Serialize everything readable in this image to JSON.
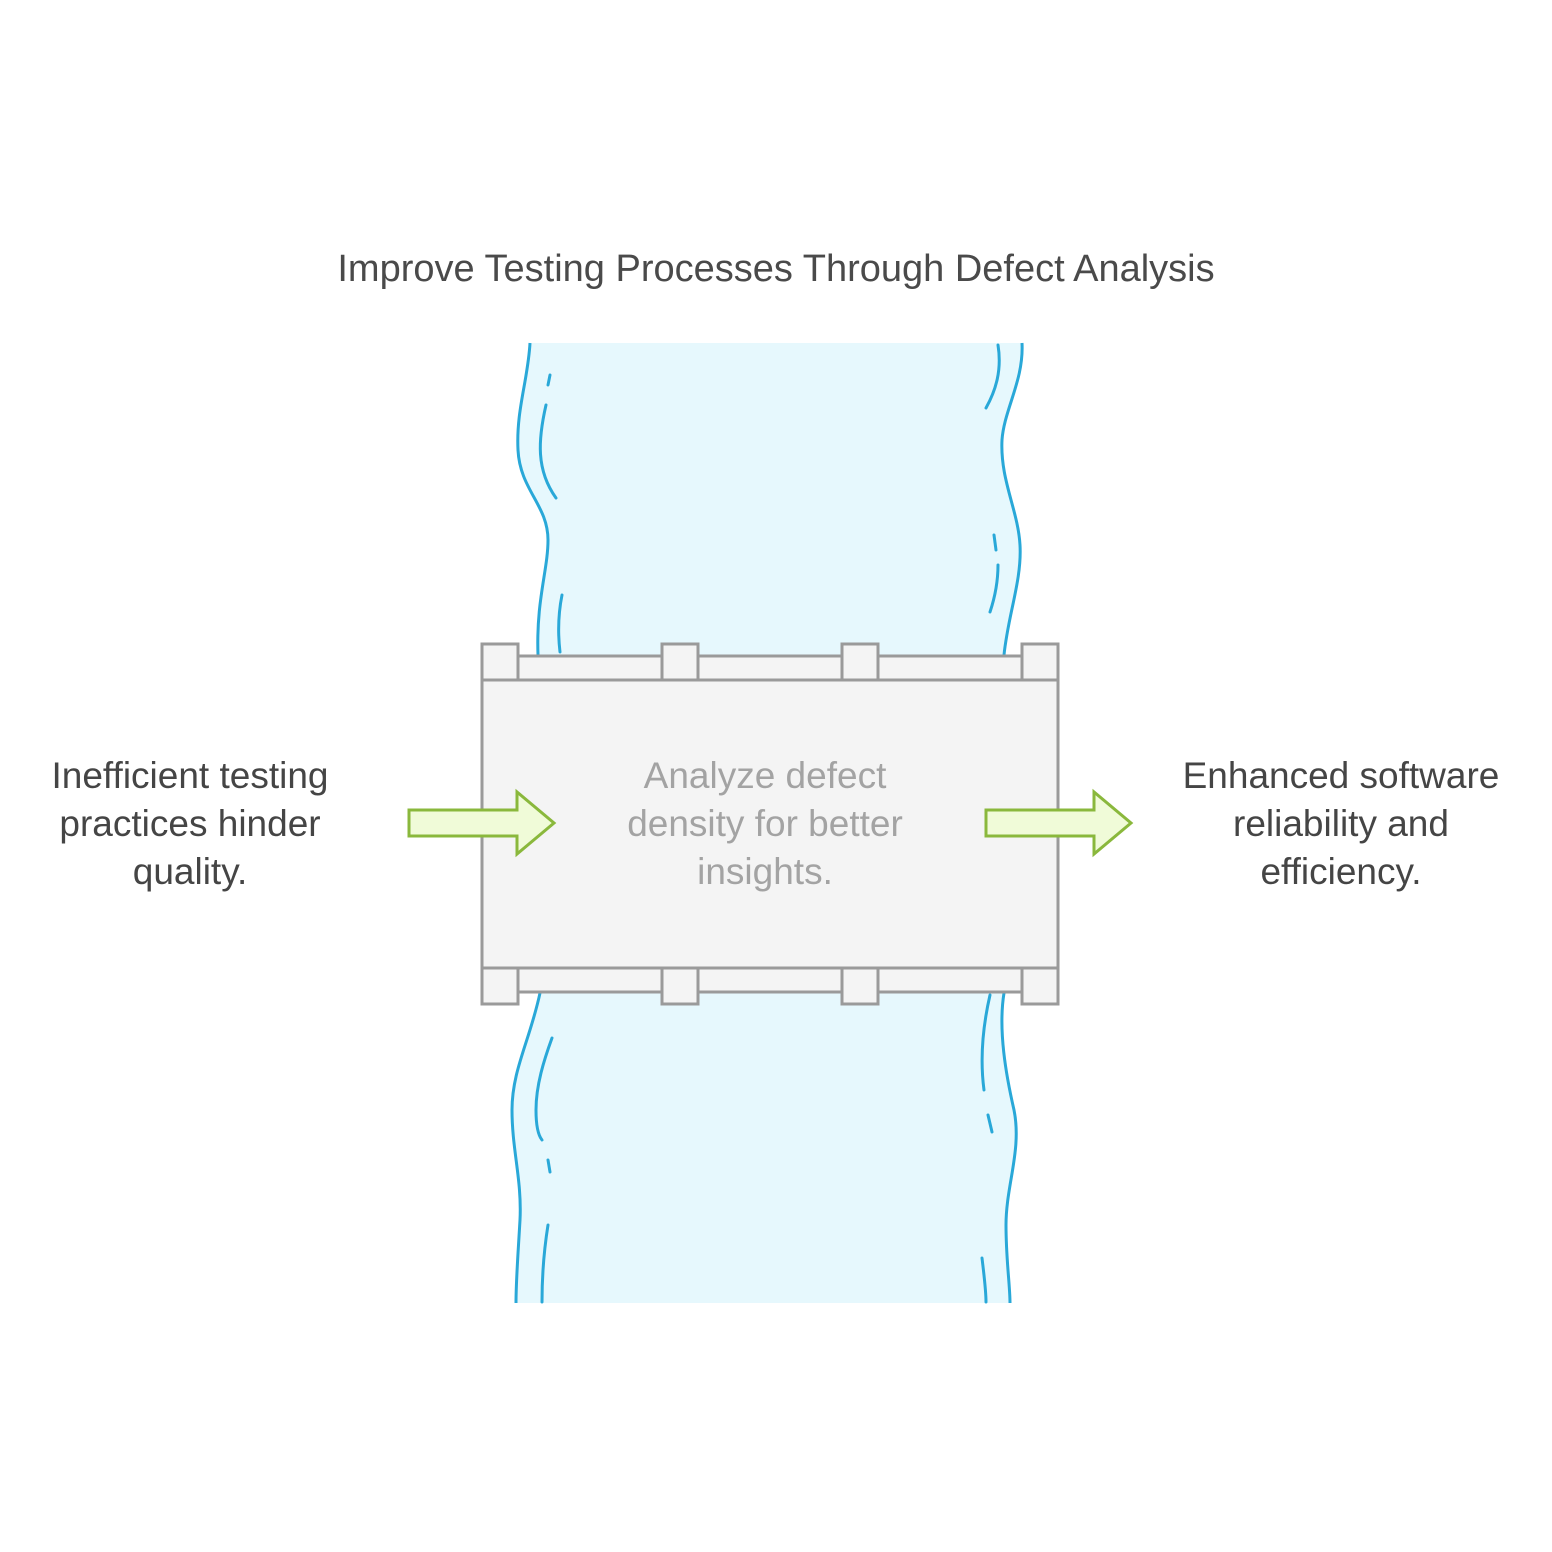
{
  "diagram": {
    "title": "Improve Testing Processes Through Defect Analysis",
    "input_text": "Inefficient testing practices hinder quality.",
    "process_text": "Analyze defect density for better insights.",
    "output_text": "Enhanced software reliability and efficiency."
  },
  "colors": {
    "river_fill": "#e6f8fd",
    "river_line": "#29a8d8",
    "bridge_fill": "#f4f4f4",
    "bridge_stroke": "#9a9a9a",
    "arrow_fill": "#f0fbd8",
    "arrow_stroke": "#8ab83c"
  },
  "icons": [
    "river",
    "bridge",
    "arrow-right-icon"
  ]
}
